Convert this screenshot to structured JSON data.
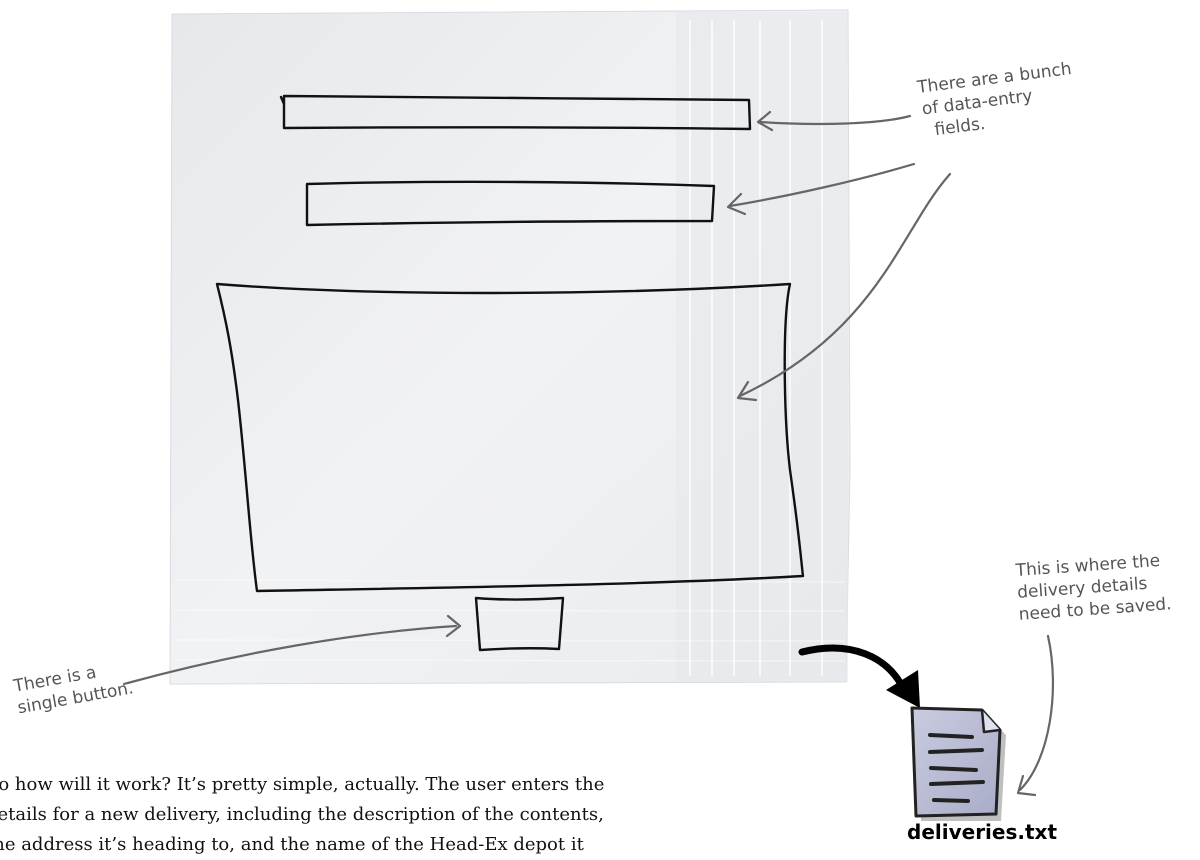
{
  "annotations": {
    "fields_note": [
      "There are a bunch",
      "of data-entry",
      "fields."
    ],
    "button_note": [
      "There is a",
      "single button."
    ],
    "save_note": [
      "This is where the",
      "delivery details",
      "need to be saved."
    ]
  },
  "file": {
    "name": "deliveries.txt",
    "icon": "text-file-icon"
  },
  "body_text": [
    "So how will it work? It’s pretty simple, actually. The user enters the",
    "details for a new delivery, including the description of the contents,",
    "the address it’s heading to, and the name of the Head-Ex depot it"
  ],
  "colors": {
    "napkin": "#eeeff1",
    "ink": "#111111",
    "annotation": "#555555",
    "file_icon": "#b9bcd4"
  }
}
